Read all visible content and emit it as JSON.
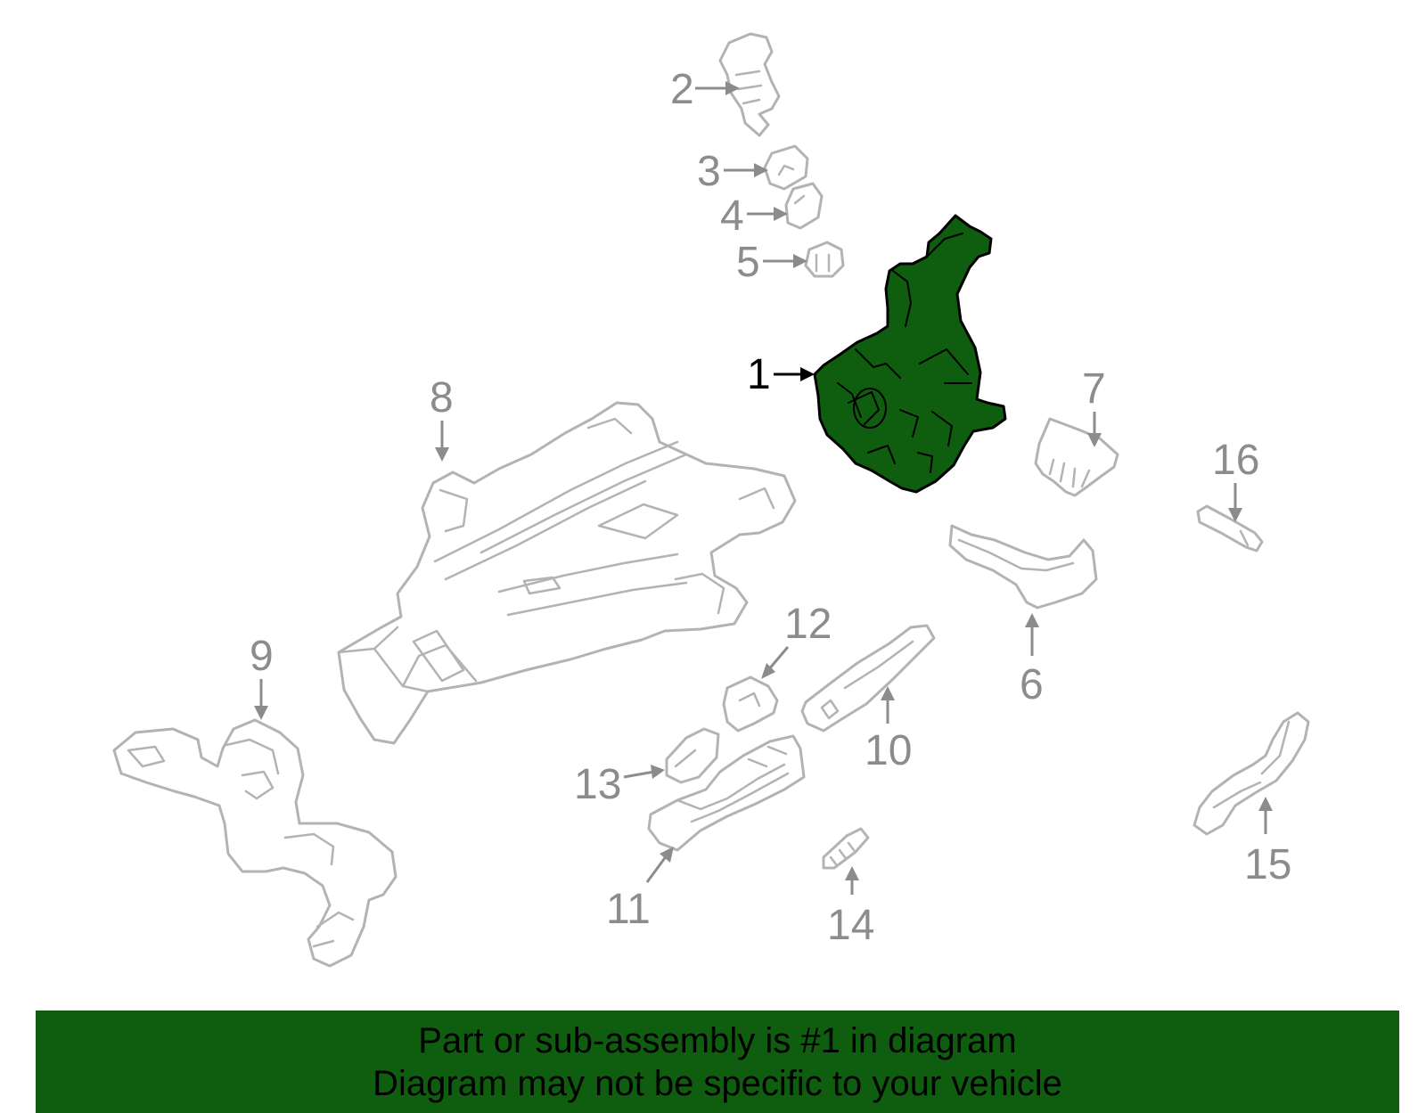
{
  "diagram": {
    "highlight_color": "#0f5e0f",
    "callouts": [
      {
        "number": "1",
        "part": "highlighted-part",
        "active": true
      },
      {
        "number": "2",
        "active": false
      },
      {
        "number": "3",
        "active": false
      },
      {
        "number": "4",
        "active": false
      },
      {
        "number": "5",
        "active": false
      },
      {
        "number": "6",
        "active": false
      },
      {
        "number": "7",
        "active": false
      },
      {
        "number": "8",
        "active": false
      },
      {
        "number": "9",
        "active": false
      },
      {
        "number": "10",
        "active": false
      },
      {
        "number": "11",
        "active": false
      },
      {
        "number": "12",
        "active": false
      },
      {
        "number": "13",
        "active": false
      },
      {
        "number": "14",
        "active": false
      },
      {
        "number": "15",
        "active": false
      },
      {
        "number": "16",
        "active": false
      }
    ]
  },
  "banner": {
    "line1": "Part or sub-assembly is #1 in diagram",
    "line2": "Diagram may not be specific to your vehicle",
    "background": "#0f5e0f"
  }
}
